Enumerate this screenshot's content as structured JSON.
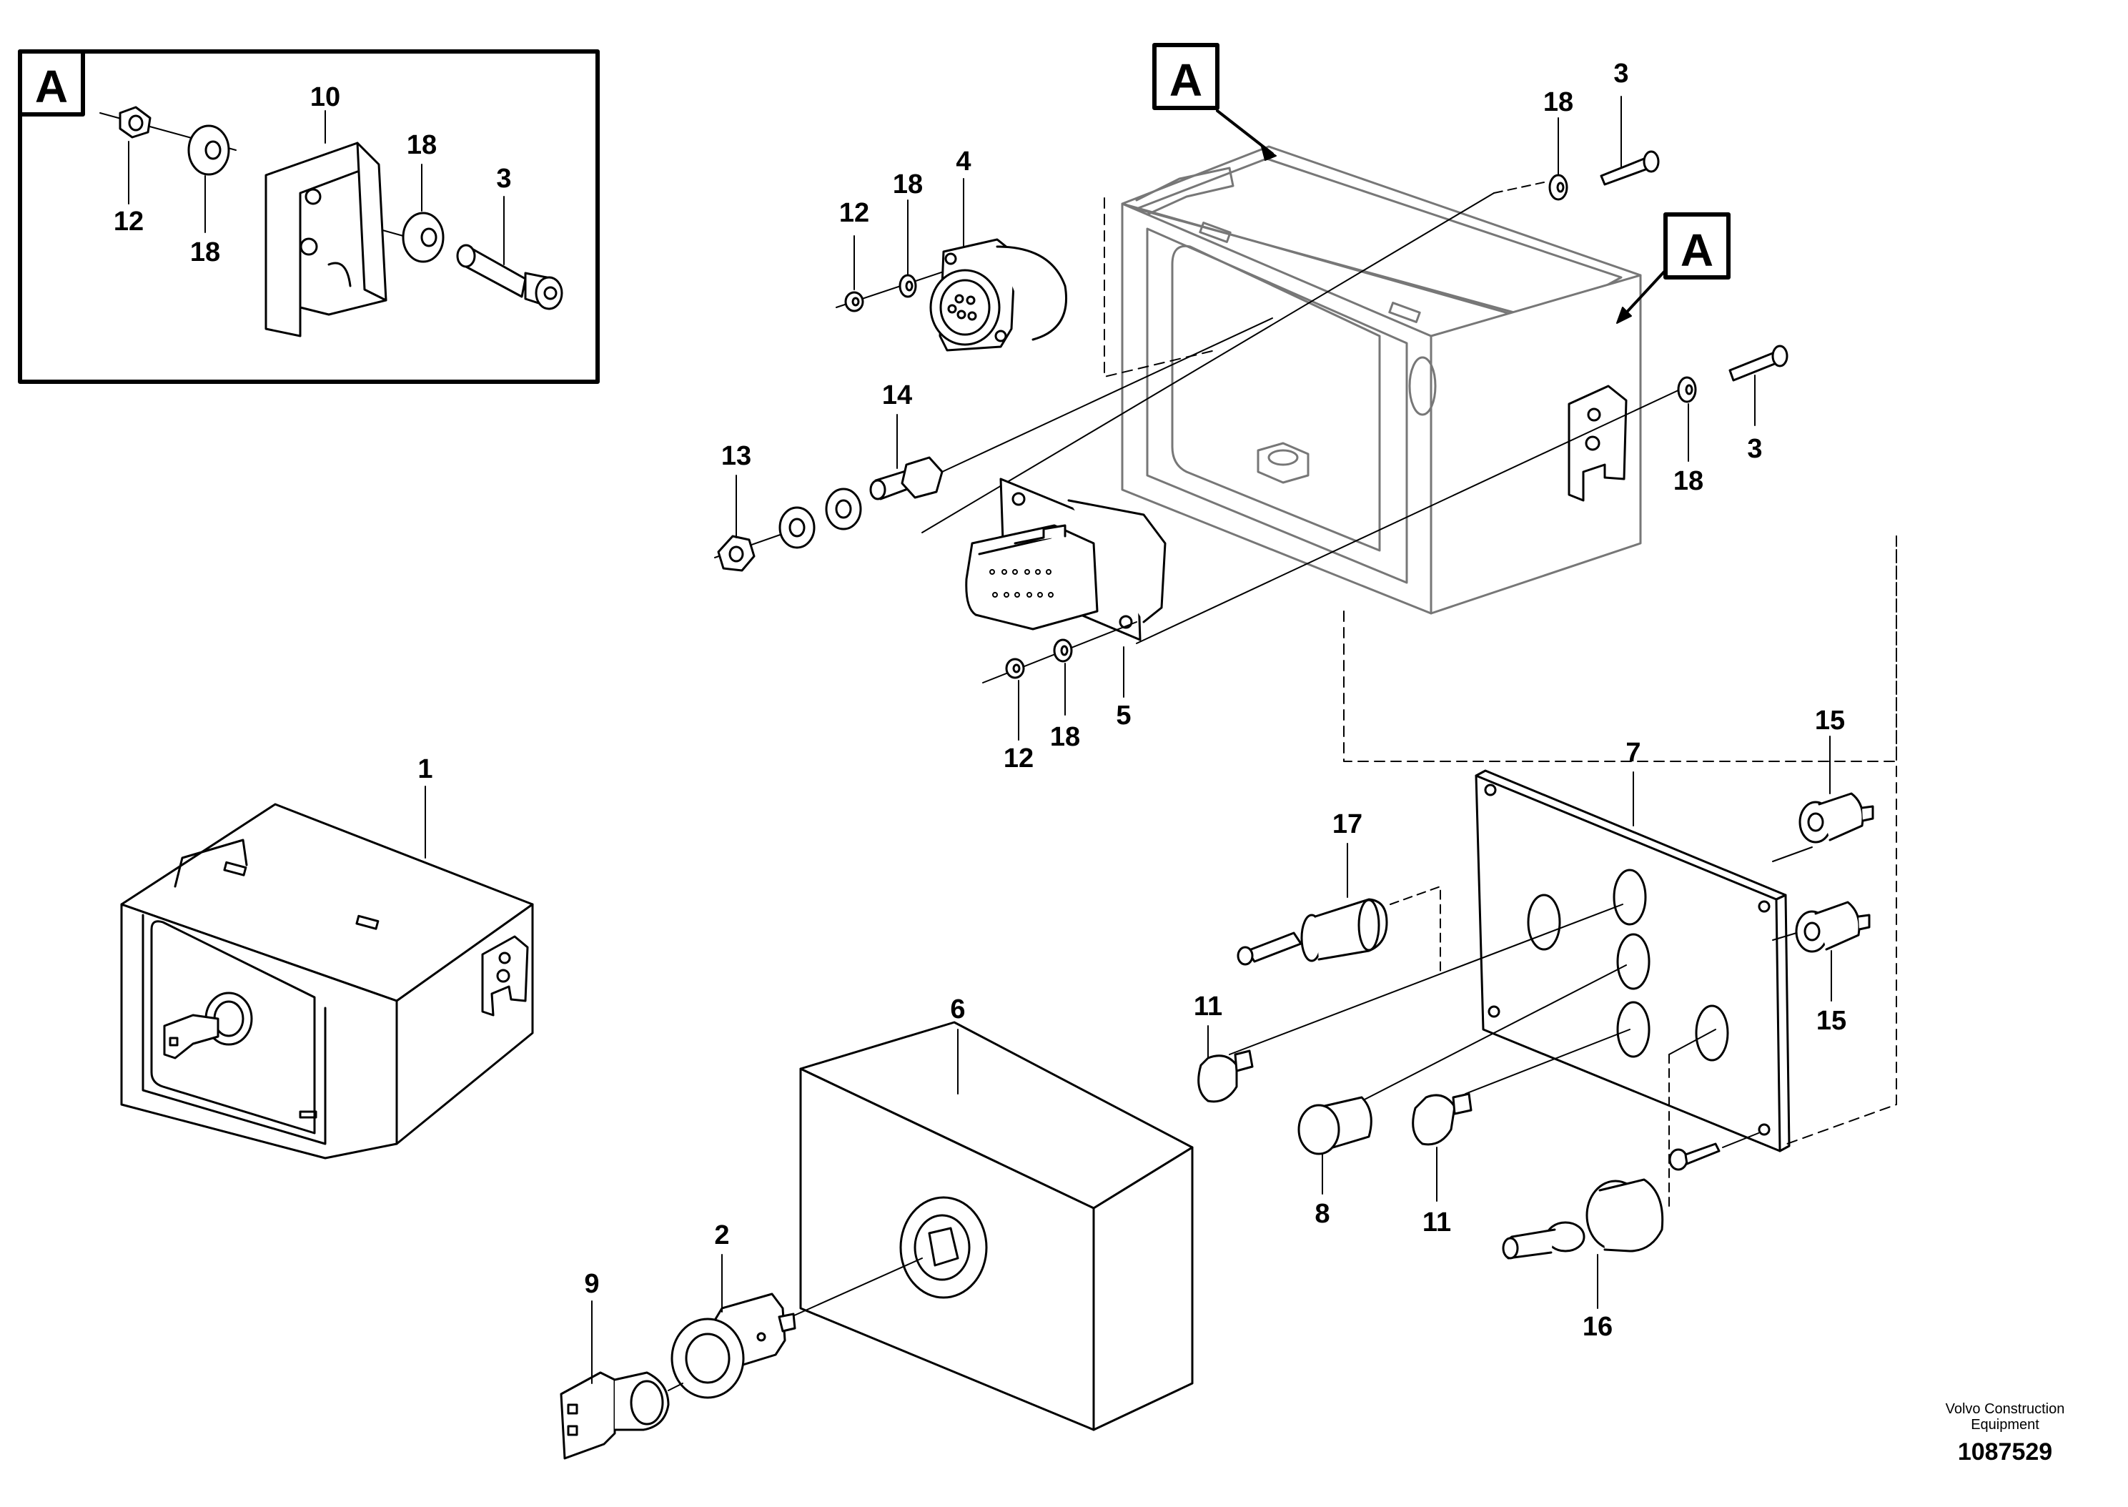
{
  "detail_tag": "A",
  "part_numbers": {
    "p1": "1",
    "p2": "2",
    "p3": "3",
    "p4": "4",
    "p5": "5",
    "p6": "6",
    "p7": "7",
    "p8": "8",
    "p9": "9",
    "p10": "10",
    "p11": "11",
    "p12": "12",
    "p13": "13",
    "p14": "14",
    "p15": "15",
    "p16": "16",
    "p17": "17",
    "p18": "18"
  },
  "credit": {
    "company": "Volvo Construction Equipment",
    "drawing_number": "1087529"
  },
  "colors": {
    "line": "#000000",
    "background": "#ffffff",
    "shade": "#e0e0e0"
  }
}
